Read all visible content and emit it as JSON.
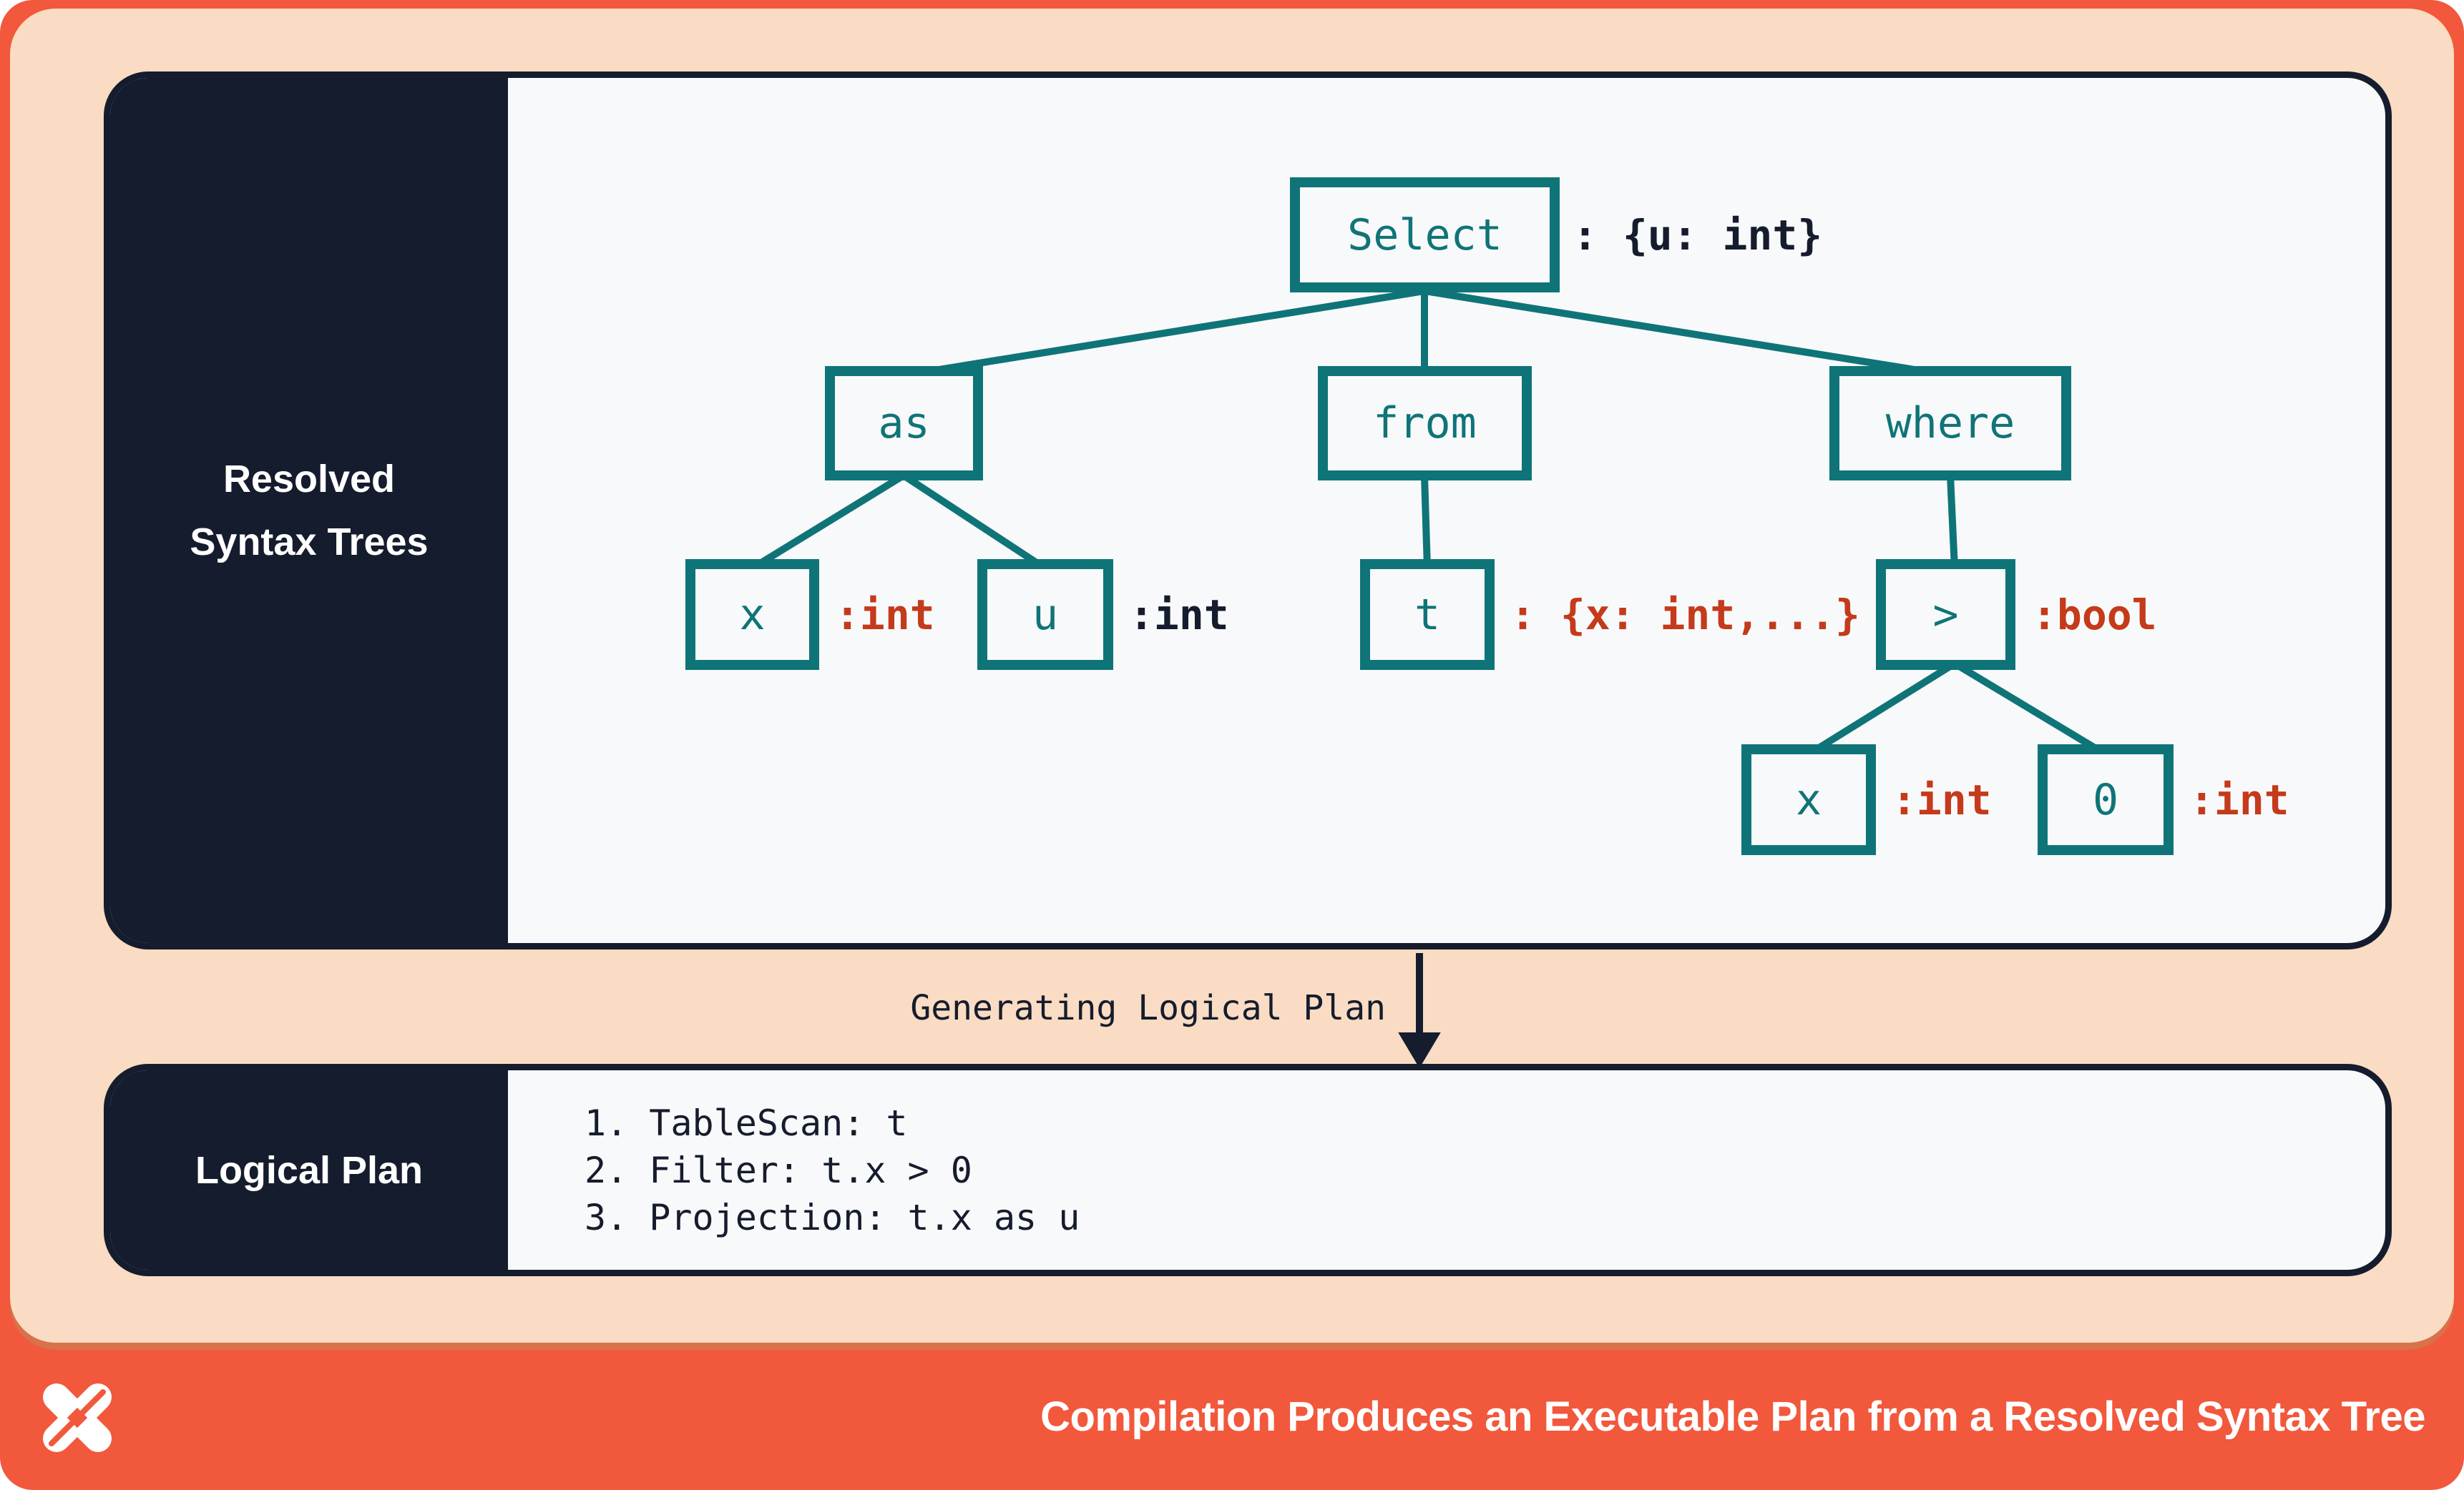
{
  "colors": {
    "frame_orange": "#F2583C",
    "card_peach": "#F9DCC3",
    "panel_navy": "#151C2D",
    "panel_offwhite": "#F8F9FA",
    "tree_teal": "#0F7478",
    "type_red": "#C43A1B"
  },
  "resolved_panel": {
    "sidebar_label_line1": "Resolved",
    "sidebar_label_line2": "Syntax Trees",
    "tree": {
      "nodes": [
        {
          "id": "select",
          "label": "Select",
          "annotation": ": {u: int}",
          "annotation_color": "navy"
        },
        {
          "id": "as",
          "label": "as"
        },
        {
          "id": "from",
          "label": "from"
        },
        {
          "id": "where",
          "label": "where"
        },
        {
          "id": "x-as",
          "label": "x",
          "annotation": ":int",
          "annotation_color": "red"
        },
        {
          "id": "u-as",
          "label": "u",
          "annotation": ":int",
          "annotation_color": "navy"
        },
        {
          "id": "t-from",
          "label": "t",
          "annotation": ": {x: int,...}",
          "annotation_color": "red"
        },
        {
          "id": "gt-where",
          "label": ">",
          "annotation": ":bool",
          "annotation_color": "red"
        },
        {
          "id": "x-gt",
          "label": "x",
          "annotation": ":int",
          "annotation_color": "red"
        },
        {
          "id": "zero-gt",
          "label": "0",
          "annotation": ":int",
          "annotation_color": "red"
        }
      ]
    }
  },
  "transition": {
    "label": "Generating Logical Plan"
  },
  "logical_panel": {
    "sidebar_label": "Logical Plan",
    "steps": [
      "1. TableScan: t",
      "2. Filter: t.x > 0",
      "3. Projection: t.x as u"
    ]
  },
  "footer": {
    "title": "Compilation Produces an Executable Plan from a Resolved Syntax Tree",
    "logo": "pinwheel-x-logo"
  }
}
